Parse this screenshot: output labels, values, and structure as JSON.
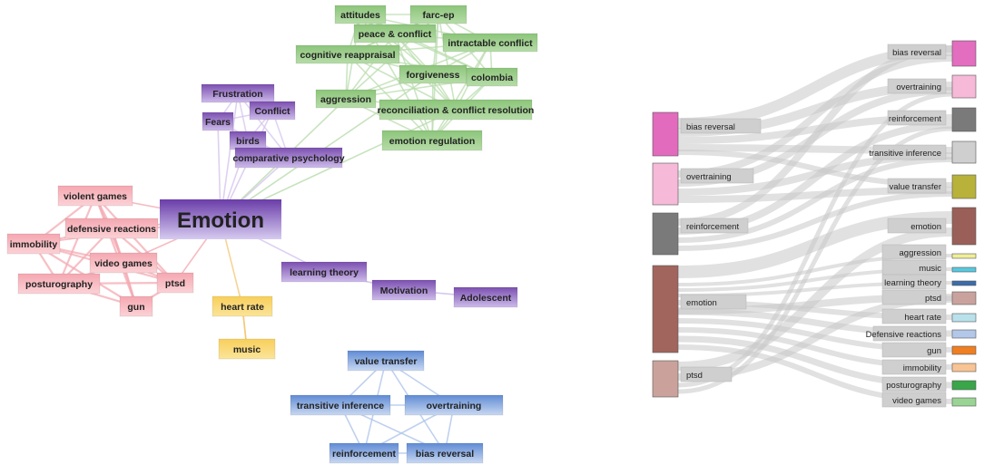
{
  "network": {
    "center": "Emotion",
    "clusters": {
      "green": [
        "attitudes",
        "farc-ep",
        "peace & conflict",
        "intractable conflict",
        "cognitive reappraisal",
        "forgiveness",
        "colombia",
        "aggression",
        "reconciliation & conflict resolution",
        "emotion regulation"
      ],
      "purple": [
        "Frustration",
        "Conflict",
        "Fears",
        "birds",
        "comparative psychology",
        "learning theory",
        "Motivation",
        "Adolescent"
      ],
      "red": [
        "violent games",
        "defensive reactions",
        "immobility",
        "video games",
        "posturography",
        "ptsd",
        "gun"
      ],
      "yellow": [
        "heart rate",
        "music"
      ],
      "blue": [
        "value transfer",
        "transitive inference",
        "overtraining",
        "reinforcement",
        "bias reversal"
      ]
    }
  },
  "sankey": {
    "sources": [
      "bias reversal",
      "overtraining",
      "reinforcement",
      "emotion",
      "ptsd"
    ],
    "targets": [
      "bias reversal",
      "overtraining",
      "reinforcement",
      "transitive inference",
      "value transfer",
      "emotion",
      "aggression",
      "music",
      "learning theory",
      "ptsd",
      "heart rate",
      "Defensive reactions",
      "gun",
      "immobility",
      "posturography",
      "video games"
    ]
  },
  "colors": {
    "green": "#9fcf8e",
    "purple": "#7b4fb0",
    "red": "#f6b4bb",
    "yellow": "#f9d66d",
    "blue": "#6f98d8",
    "flow": "#c8c8c8"
  }
}
